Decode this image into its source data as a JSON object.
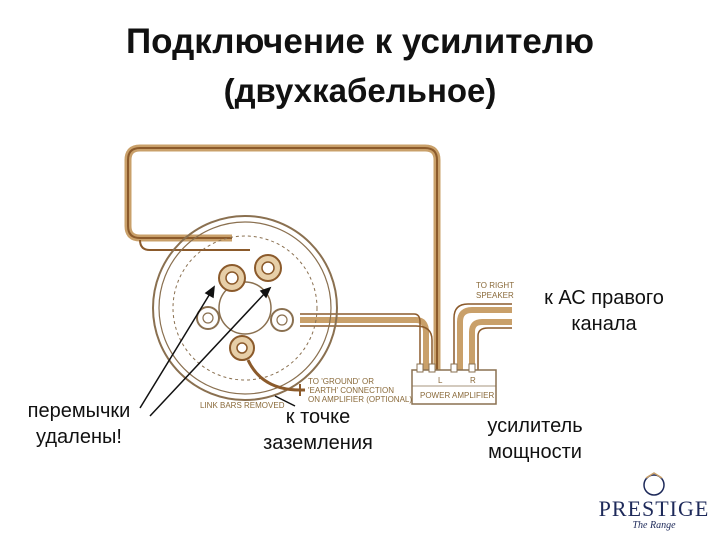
{
  "title": {
    "line1": "Подключение к усилителю",
    "line2": "(двухкабельное)"
  },
  "labels": {
    "right_channel": "к АС правого канала",
    "jumpers": "перемычки удалены!",
    "ground": "к точке заземления",
    "amplifier": "усилитель мощности"
  },
  "diagram_text": {
    "to_right_speaker_1": "TO RIGHT",
    "to_right_speaker_2": "SPEAKER",
    "ground_note_1": "TO 'GROUND' OR",
    "ground_note_2": "'EARTH' CONNECTION",
    "ground_note_3": "ON AMPLIFIER (OPTIONAL)",
    "power_amplifier": "POWER AMPLIFIER",
    "amp_l": "L",
    "amp_r": "R",
    "links_removed": "LINK BARS REMOVED"
  },
  "logo": {
    "name": "PRESTIGE",
    "sub": "The Range"
  },
  "colors": {
    "cable": "#c9a06a",
    "cable_dark": "#8b5a2b",
    "line": "#8a7050",
    "logo": "#1e2a5a"
  }
}
